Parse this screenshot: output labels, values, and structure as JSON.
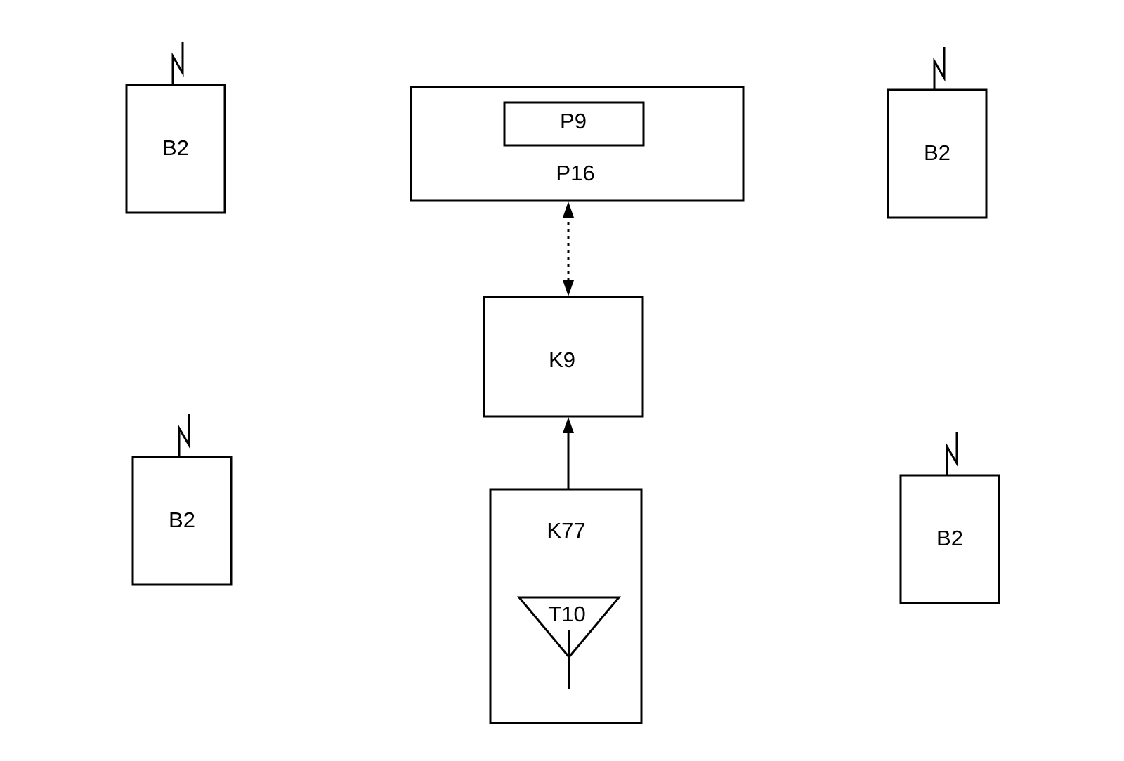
{
  "diagram": {
    "sensors": [
      {
        "label": "B2"
      },
      {
        "label": "B2"
      },
      {
        "label": "B2"
      },
      {
        "label": "B2"
      }
    ],
    "module_outer": {
      "label": "P16"
    },
    "module_inner": {
      "label": "P9"
    },
    "controller": {
      "label": "K9"
    },
    "receiver": {
      "label": "K77"
    },
    "antenna": {
      "label": "T10"
    },
    "links": [
      {
        "from": "K9",
        "to": "P16",
        "style": "dashed",
        "direction": "bidirectional"
      },
      {
        "from": "K77",
        "to": "K9",
        "style": "solid",
        "direction": "forward"
      }
    ]
  }
}
